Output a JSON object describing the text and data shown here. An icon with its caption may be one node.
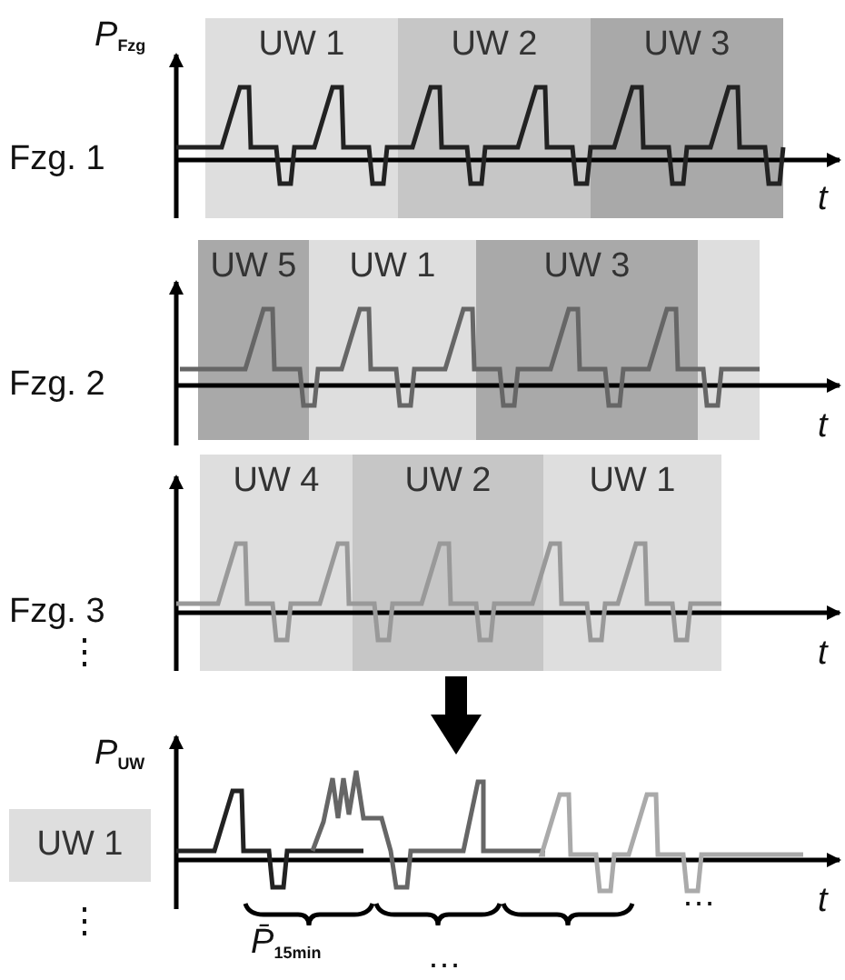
{
  "diagram": {
    "nodes": [
      {
        "text": [
          "UW 1"
        ]
      },
      {
        "text": [
          "UW 2"
        ]
      },
      {
        "text": [
          "UW 3"
        ]
      },
      {
        "text": [
          "UW 5"
        ]
      },
      {
        "text": [
          "UW 1"
        ]
      },
      {
        "text": [
          "UW 3"
        ]
      },
      {
        "text": [],
        "shape": "box"
      },
      {
        "text": [
          "UW 4"
        ]
      },
      {
        "text": [
          "UW 2"
        ]
      },
      {
        "text": [
          "UW 1"
        ]
      },
      {
        "text": [
          "UW 1"
        ]
      }
    ],
    "labels": [
      "*P*$_{Fzg}$",
      "Fzg. 1",
      "*t*",
      "Fzg. 2",
      "*t*",
      "Fzg. 3",
      "⋮",
      "*t*",
      "*P*$_{UW}$",
      "*t*",
      "…",
      "⋮",
      "*P̄*$_{15min}$",
      "…"
    ]
  }
}
